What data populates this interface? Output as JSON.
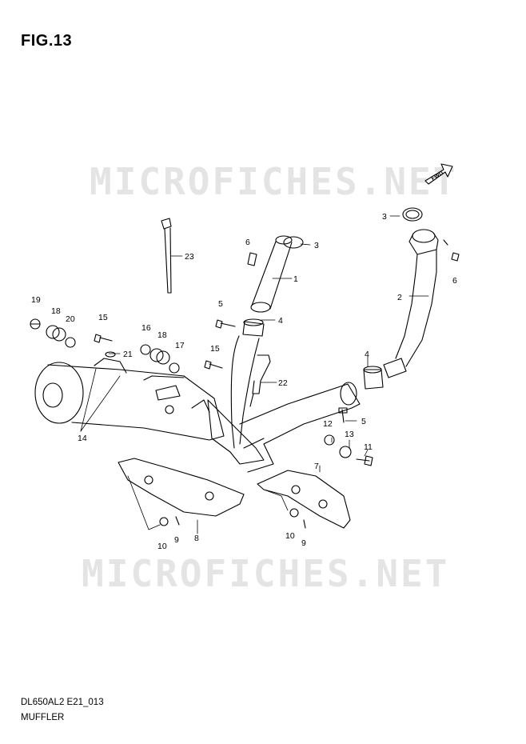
{
  "figure": {
    "title": "FIG.13",
    "code": "DL650AL2 E21_013",
    "caption": "MUFFLER"
  },
  "watermark": "MICROFICHES.NET",
  "fwd_label": "FWD",
  "callouts": [
    "1",
    "2",
    "3",
    "3",
    "4",
    "4",
    "5",
    "5",
    "6",
    "6",
    "7",
    "8",
    "9",
    "9",
    "10",
    "10",
    "11",
    "12",
    "13",
    "14",
    "15",
    "15",
    "16",
    "17",
    "18",
    "18",
    "19",
    "20",
    "21",
    "22",
    "23"
  ]
}
